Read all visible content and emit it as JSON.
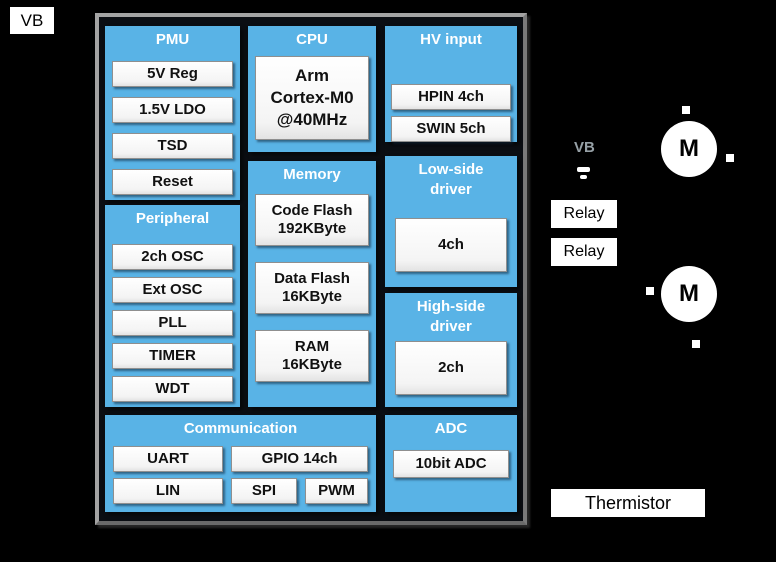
{
  "colors": {
    "background": "#000000",
    "block_blue": "#59b3e6",
    "chip_frame_gray": "#a3a3a3",
    "chip_inner": "#0b0e13",
    "box_white": "#ffffff",
    "text_dark": "#111111",
    "header_text": "#ffffff",
    "vb_right_gray": "#96a0a6"
  },
  "external": {
    "vb_left": "VB",
    "vb_right": "VB",
    "relay1": "Relay",
    "relay2": "Relay",
    "motor1": "M",
    "motor2": "M",
    "thermistor": "Thermistor"
  },
  "chip": {
    "pmu": {
      "title": "PMU",
      "items": [
        "5V Reg",
        "1.5V LDO",
        "TSD",
        "Reset"
      ]
    },
    "peripheral": {
      "title": "Peripheral",
      "items": [
        "2ch OSC",
        "Ext OSC",
        "PLL",
        "TIMER",
        "WDT"
      ]
    },
    "cpu": {
      "title": "CPU",
      "core_lines": [
        "Arm",
        "Cortex-M0",
        "@40MHz"
      ]
    },
    "memory": {
      "title": "Memory",
      "items": [
        [
          "Code Flash",
          "192KByte"
        ],
        [
          "Data Flash",
          "16KByte"
        ],
        [
          "RAM",
          "16KByte"
        ]
      ]
    },
    "hv_input": {
      "title": "HV input",
      "items": [
        "HPIN 4ch",
        "SWIN 5ch"
      ]
    },
    "low_side": {
      "title_lines": [
        "Low-side",
        "driver"
      ],
      "channel": "4ch"
    },
    "high_side": {
      "title_lines": [
        "High-side",
        "driver"
      ],
      "channel": "2ch"
    },
    "communication": {
      "title": "Communication",
      "row1": [
        "UART",
        "GPIO 14ch"
      ],
      "row2": [
        "LIN",
        "SPI",
        "PWM"
      ]
    },
    "adc": {
      "title": "ADC",
      "item": "10bit ADC"
    }
  }
}
